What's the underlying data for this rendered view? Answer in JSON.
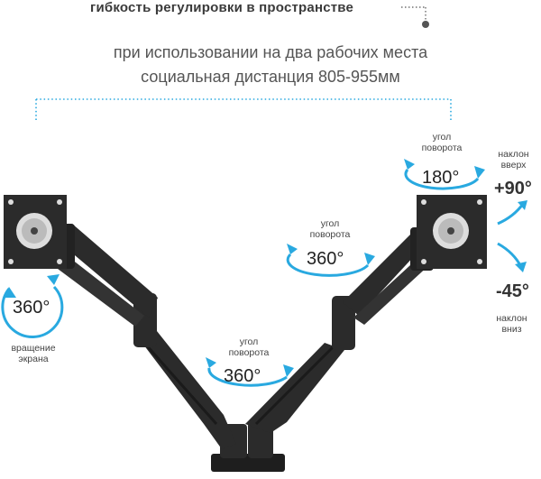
{
  "headline": "гибкость регулировки в пространстве",
  "subtitle_line1": "при использовании на два рабочих места",
  "subtitle_line2": "социальная дистанция 805-955мм",
  "left_rotation": {
    "value": "360°",
    "label_line1": "вращение",
    "label_line2": "экрана"
  },
  "center_swivel": {
    "label_line1": "угол",
    "label_line2": "поворота",
    "value": "360°"
  },
  "mid_swivel": {
    "label_line1": "угол",
    "label_line2": "поворота",
    "value": "360°"
  },
  "top_swivel": {
    "label_line1": "угол",
    "label_line2": "поворота",
    "value": "180°"
  },
  "tilt_up": {
    "label_line1": "наклон",
    "label_line2": "вверх",
    "value": "+90°"
  },
  "tilt_down": {
    "value": "-45°",
    "label_line1": "наклон",
    "label_line2": "вниз"
  },
  "colors": {
    "accent": "#29a9e0",
    "arm": "#2b2b2b",
    "text": "#333333"
  },
  "icons": [
    "rotation-arrow-icon",
    "tilt-arrow-icon",
    "dotted-guide"
  ]
}
